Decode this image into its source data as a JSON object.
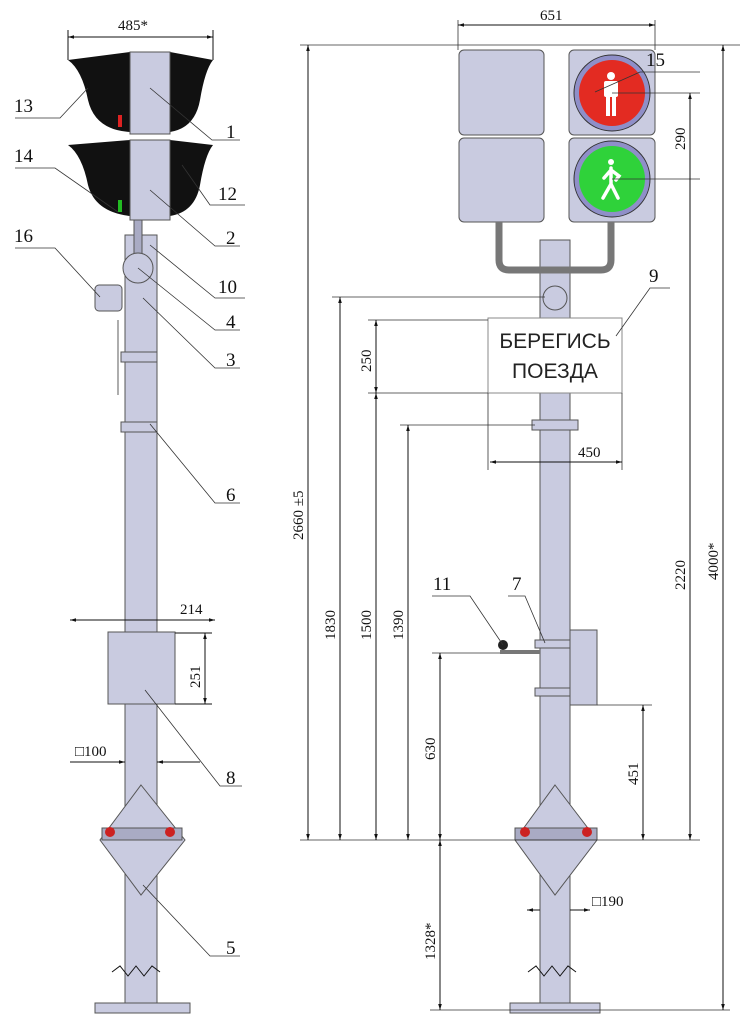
{
  "title": "Pedestrian traffic light pole assembly drawing",
  "colors": {
    "red_lamp": "#e32b22",
    "green_lamp": "#2fd23a",
    "metal": "#c9cbe0"
  },
  "callouts": [
    "13",
    "1",
    "14",
    "12",
    "16",
    "2",
    "10",
    "4",
    "3",
    "6",
    "8",
    "5",
    "15",
    "9",
    "11",
    "7"
  ],
  "dimensions": {
    "head_width_side": "485*",
    "box_width": "214",
    "box_height": "251",
    "pole_section_side": "□100",
    "head_width_front": "651",
    "lamp_spacing": "290",
    "height_to_heads": "2660 ±5",
    "height_to_bracket": "1830",
    "height_to_sign": "1500",
    "height_to_clamp": "1390",
    "sign_height": "250",
    "sign_width": "450",
    "lamp_height": "2220",
    "total_height": "4000*",
    "button_height": "630",
    "box_bottom_height": "451",
    "base_depth": "1328*",
    "pole_section_front": "□190"
  },
  "sign": {
    "line1": "БЕРЕГИСЬ",
    "line2": "ПОЕЗДА"
  }
}
